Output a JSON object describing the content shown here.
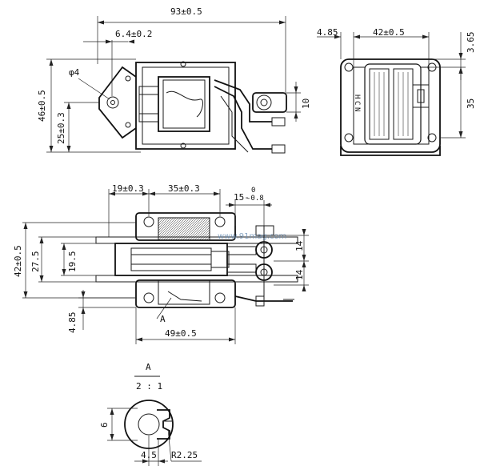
{
  "labels": {
    "top_width": "93±0.5",
    "top_offset": "6.4±0.2",
    "hole_dia": "φ4",
    "height_total": "46±0.5",
    "height_hole": "25±0.3",
    "pin_gap": "10",
    "side_margin": "4.85",
    "side_width": "42±0.5",
    "side_top": "3.65",
    "side_height": "35",
    "coil_width_chars": [
      "H",
      "C",
      "N"
    ],
    "front_a": "19±0.3",
    "front_b": "35±0.3",
    "front_stroke": "15-",
    "front_stroke_tol_top": "0",
    "front_stroke_tol_bot": "-0.8",
    "front_total": "42±0.5",
    "front_mid": "27.5",
    "front_inner": "19.5",
    "front_right_a": "14",
    "front_right_b": "14",
    "front_bottom_margin": "4.85",
    "front_base": "49±0.5",
    "section_ref": "A",
    "detail_title": "A",
    "detail_scale": "2 : 1",
    "detail_h": "6",
    "detail_w": "4.5",
    "detail_r": "R2.25",
    "watermark": "www.91mag.com"
  }
}
